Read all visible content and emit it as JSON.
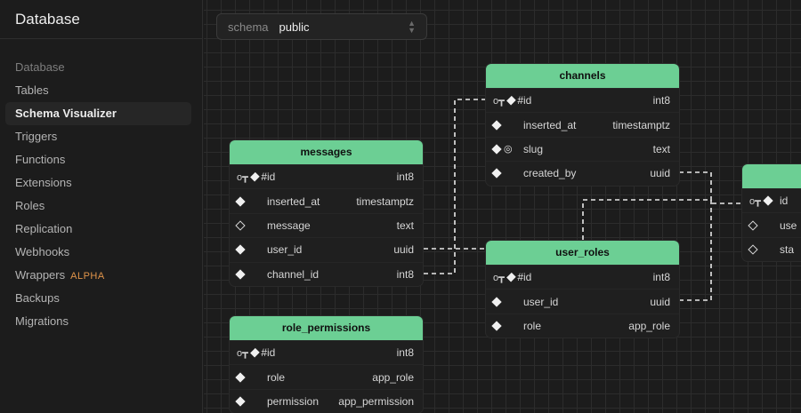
{
  "sidebar": {
    "title": "Database",
    "section": "Database",
    "items": [
      {
        "label": "Tables"
      },
      {
        "label": "Schema Visualizer",
        "active": true
      },
      {
        "label": "Triggers"
      },
      {
        "label": "Functions"
      },
      {
        "label": "Extensions"
      },
      {
        "label": "Roles"
      },
      {
        "label": "Replication"
      },
      {
        "label": "Webhooks"
      },
      {
        "label": "Wrappers",
        "badge": "ALPHA"
      },
      {
        "label": "Backups"
      },
      {
        "label": "Migrations"
      }
    ]
  },
  "schema_select": {
    "label": "schema",
    "value": "public"
  },
  "colors": {
    "table_header": "#6ccf94",
    "badge": "#e0944a",
    "background": "#1c1c1c"
  },
  "tables": {
    "channels": {
      "name": "channels",
      "columns": [
        {
          "name": "id",
          "type": "int8",
          "icons": [
            "key-icon",
            "diamond-icon",
            "hash-icon"
          ]
        },
        {
          "name": "inserted_at",
          "type": "timestamptz",
          "icons": [
            "diamond-icon"
          ]
        },
        {
          "name": "slug",
          "type": "text",
          "icons": [
            "diamond-icon",
            "fingerprint-icon"
          ]
        },
        {
          "name": "created_by",
          "type": "uuid",
          "icons": [
            "diamond-icon"
          ]
        }
      ]
    },
    "messages": {
      "name": "messages",
      "columns": [
        {
          "name": "id",
          "type": "int8",
          "icons": [
            "key-icon",
            "diamond-icon",
            "hash-icon"
          ]
        },
        {
          "name": "inserted_at",
          "type": "timestamptz",
          "icons": [
            "diamond-icon"
          ]
        },
        {
          "name": "message",
          "type": "text",
          "icons": [
            "diamond-outline-icon"
          ]
        },
        {
          "name": "user_id",
          "type": "uuid",
          "icons": [
            "diamond-icon"
          ]
        },
        {
          "name": "channel_id",
          "type": "int8",
          "icons": [
            "diamond-icon"
          ]
        }
      ]
    },
    "user_roles": {
      "name": "user_roles",
      "columns": [
        {
          "name": "id",
          "type": "int8",
          "icons": [
            "key-icon",
            "diamond-icon",
            "hash-icon"
          ]
        },
        {
          "name": "user_id",
          "type": "uuid",
          "icons": [
            "diamond-icon"
          ]
        },
        {
          "name": "role",
          "type": "app_role",
          "icons": [
            "diamond-icon"
          ]
        }
      ]
    },
    "role_permissions": {
      "name": "role_permissions",
      "columns": [
        {
          "name": "id",
          "type": "int8",
          "icons": [
            "key-icon",
            "diamond-icon",
            "hash-icon"
          ]
        },
        {
          "name": "role",
          "type": "app_role",
          "icons": [
            "diamond-icon"
          ]
        },
        {
          "name": "permission",
          "type": "app_permission",
          "icons": [
            "diamond-icon"
          ]
        }
      ]
    },
    "partial": {
      "columns": [
        {
          "name": "id",
          "icons": [
            "key-icon",
            "diamond-icon"
          ]
        },
        {
          "name": "use",
          "icons": [
            "diamond-outline-icon"
          ]
        },
        {
          "name": "sta",
          "icons": [
            "diamond-outline-icon"
          ]
        }
      ]
    }
  }
}
